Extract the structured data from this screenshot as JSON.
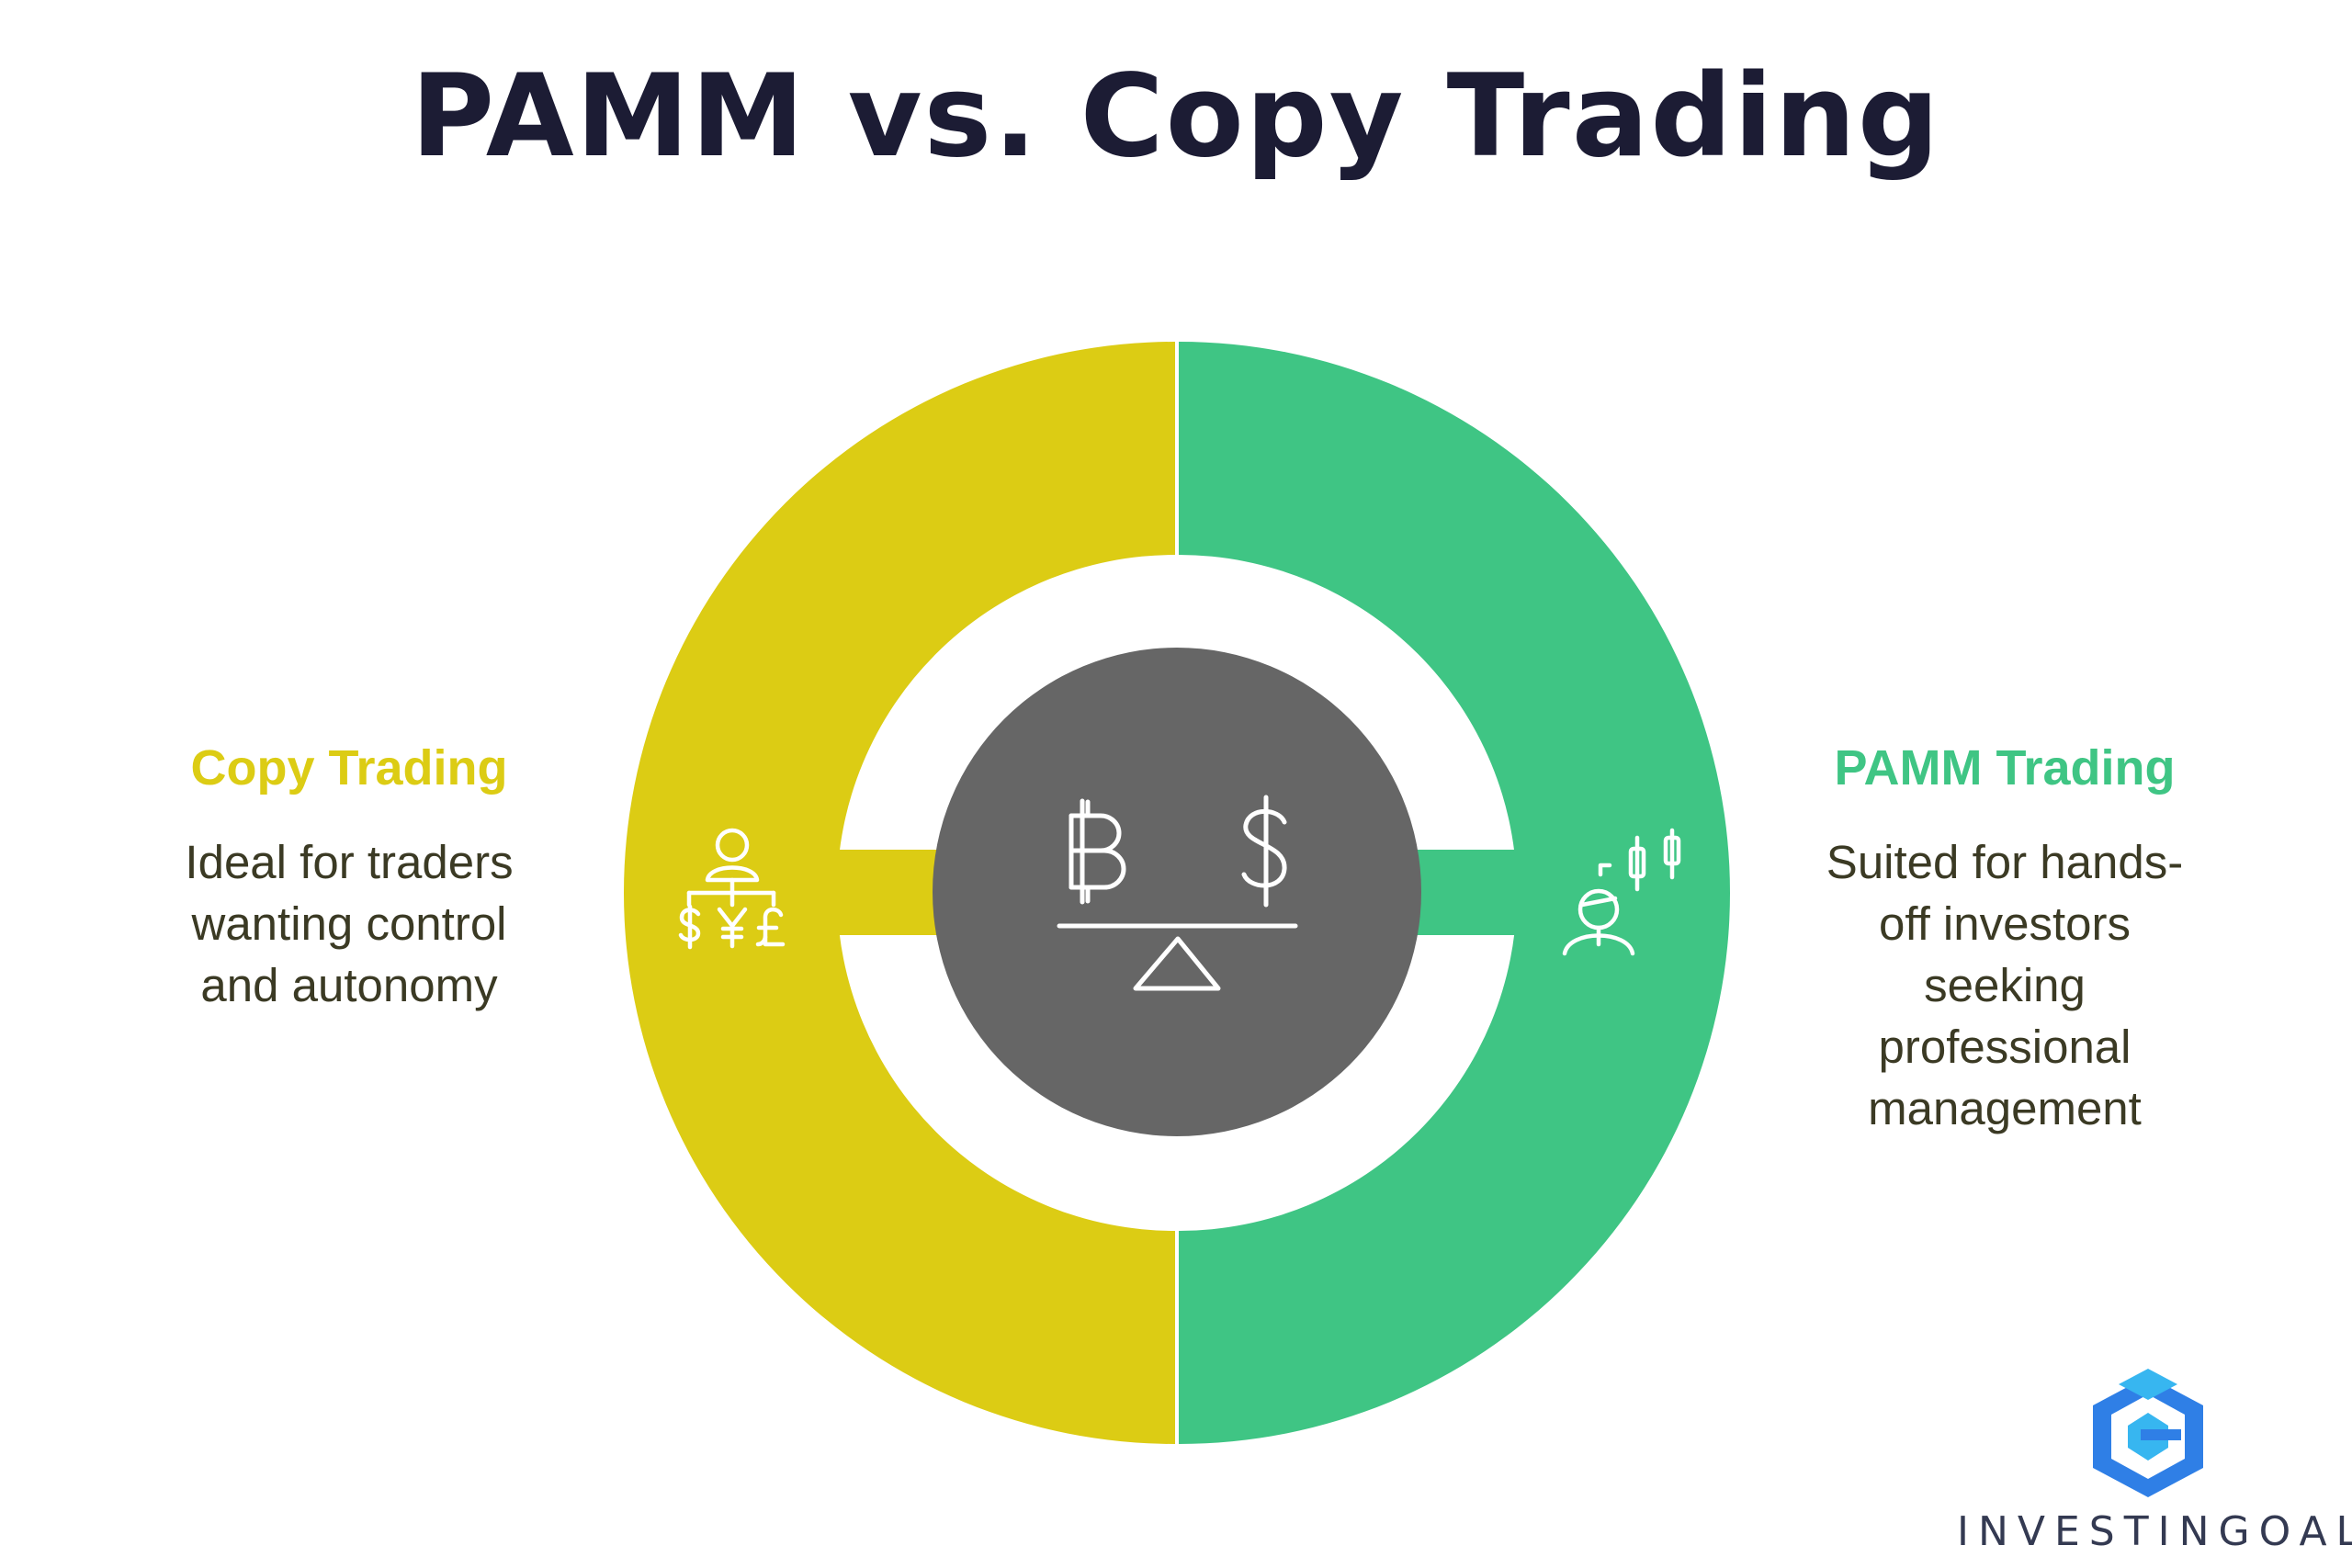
{
  "title": "PAMM vs. Copy Trading",
  "colors": {
    "copy": "#dccc14",
    "pamm": "#3fc584",
    "center": "#666666",
    "title": "#1c1c34",
    "body_text": "#3b3a24",
    "logo": "#2f7fe6"
  },
  "left": {
    "heading": "Copy Trading",
    "body": "Ideal for traders wanting control and autonomy",
    "lines": [
      "Ideal for traders",
      "wanting control",
      "and autonomy"
    ],
    "icon": "trader-currency-icon"
  },
  "right": {
    "heading": "PAMM Trading",
    "body": "Suited for hands-off investors seeking professional management",
    "lines": [
      "Suited for hands-",
      "off investors",
      "seeking",
      "professional",
      "management"
    ],
    "icon": "investor-candlestick-icon"
  },
  "center": {
    "icon": "balance-scale-bitcoin-dollar-icon"
  },
  "brand": {
    "name": "INVESTINGOAL",
    "icon": "investingoal-logo-icon"
  }
}
